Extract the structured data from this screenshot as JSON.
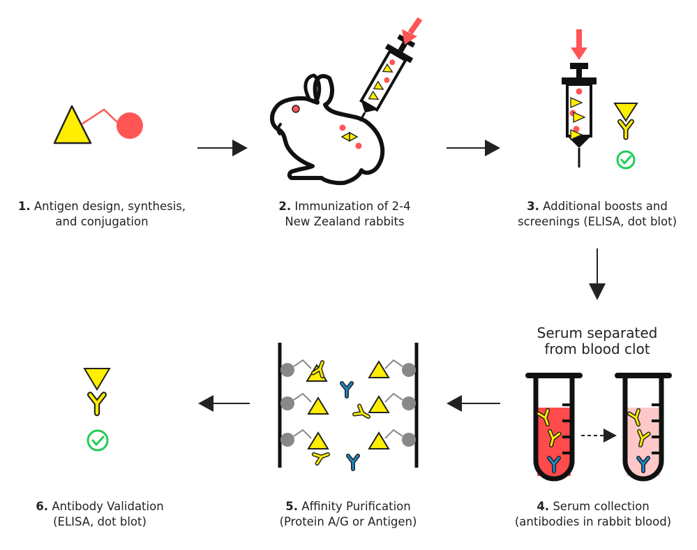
{
  "colors": {
    "antigen_yellow": "#ffee00",
    "hapten_red": "#ff5555",
    "serum_red": "#ff4b4b",
    "serum_pink": "#ffc8c8",
    "antibody_blue": "#1e88c8",
    "check_green": "#22cc55",
    "bead_gray": "#888888"
  },
  "steps": [
    {
      "num": "1.",
      "line1": "Antigen design, synthesis,",
      "line2": "and conjugation"
    },
    {
      "num": "2.",
      "line1": "Immunization of 2-4",
      "line2": "New Zealand rabbits"
    },
    {
      "num": "3.",
      "line1": "Additional boosts and",
      "line2": "screenings (ELISA, dot blot)"
    },
    {
      "num": "4.",
      "line1": "Serum collection",
      "line2": "(antibodies in rabbit blood)"
    },
    {
      "num": "5.",
      "line1": "Affinity Purification",
      "line2": "(Protein A/G or Antigen)"
    },
    {
      "num": "6.",
      "line1": "Antibody Validation",
      "line2": "(ELISA, dot blot)"
    }
  ],
  "serum_note": {
    "line1": "Serum separated",
    "line2": "from blood clot"
  },
  "icons": [
    "antigen-conjugate-icon",
    "rabbit-icon",
    "syringe-icon",
    "antibody-icon",
    "check-circle-icon",
    "test-tube-icon",
    "affinity-column-icon"
  ]
}
